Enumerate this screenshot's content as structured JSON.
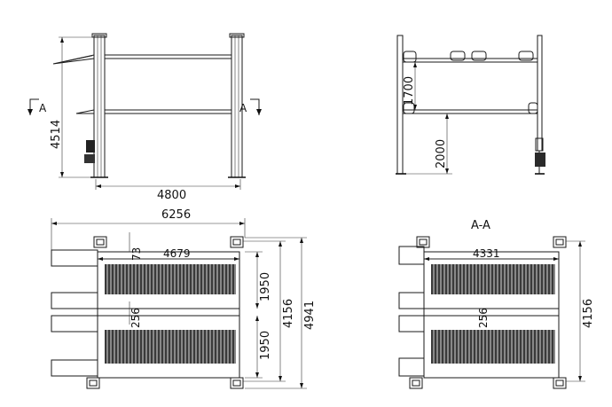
{
  "front_view": {
    "height_label": "4514",
    "width_label": "4800",
    "section_mark_left": "A",
    "section_mark_right": "A"
  },
  "side_view": {
    "level_gap_label": "1700",
    "lower_height_label": "2000"
  },
  "plan_view": {
    "overall_width_label": "6256",
    "inner_width_label": "4679",
    "offset_label": "73",
    "gap_label": "256",
    "upper_bay_label": "1950",
    "lower_bay_label": "1950",
    "inner_depth_label": "4156",
    "overall_depth_label": "4941"
  },
  "section_view": {
    "title": "A-A",
    "inner_width_label": "4331",
    "gap_label": "256",
    "depth_label": "4156"
  }
}
